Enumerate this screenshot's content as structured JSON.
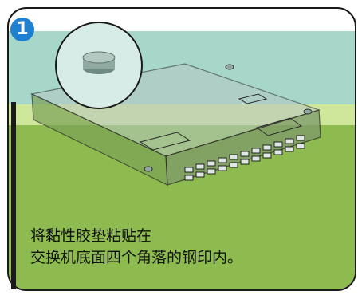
{
  "step": {
    "number": "1"
  },
  "caption": {
    "line1": "将黏性胶垫粘贴在",
    "line2": "交换机底面四个角落的钢印内。"
  },
  "icons": [
    "rubber-foot-pad-icon",
    "switch-device-icon",
    "zoom-callout-icon"
  ],
  "colors": {
    "upper_band": "#a6d7c9",
    "lower_band": "#8dbb4f",
    "highlight_band": "#cfe79a",
    "badge": "#1f7fd0",
    "pad": "#8fa9a1",
    "device": "#b7c5bf"
  }
}
